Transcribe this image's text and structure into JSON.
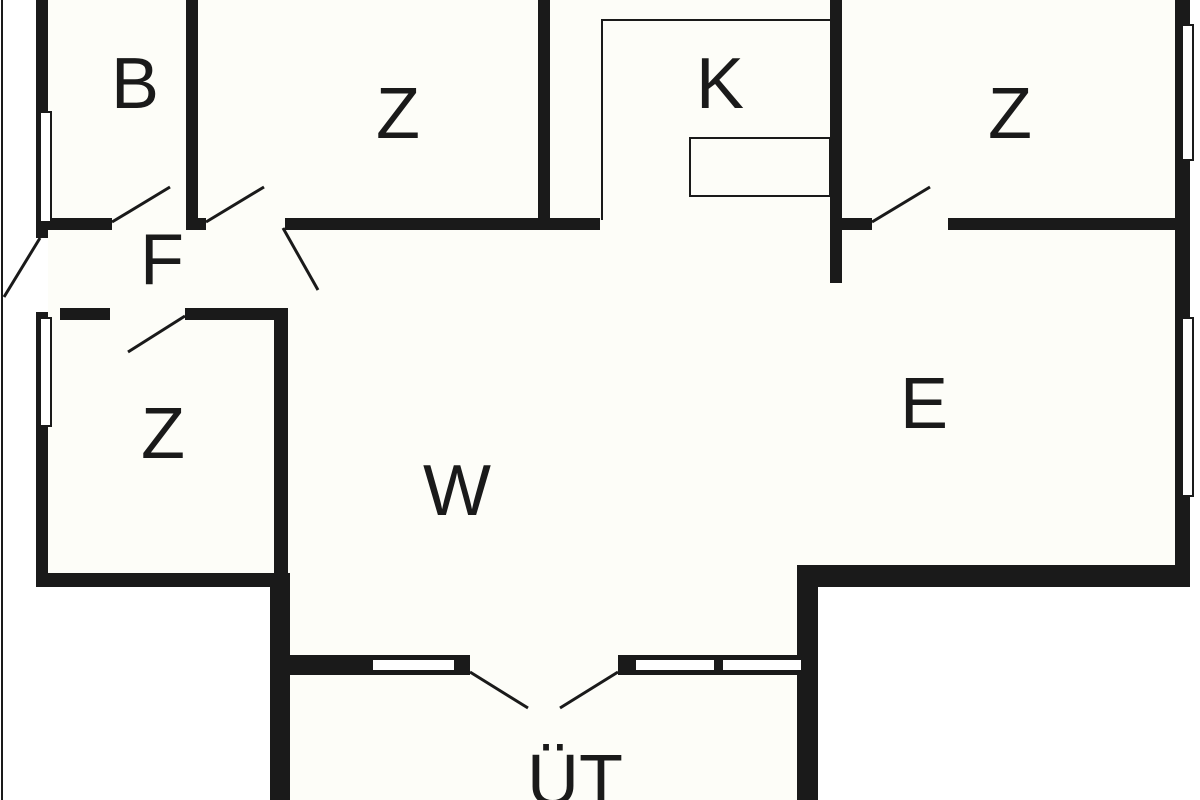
{
  "colors": {
    "wall": "#1a1a1a",
    "floor": "#fdfdf8",
    "window": "#ffffff"
  },
  "rooms": [
    {
      "id": "bath",
      "label": "B"
    },
    {
      "id": "room-top-left",
      "label": "Z"
    },
    {
      "id": "kitchen",
      "label": "K"
    },
    {
      "id": "room-top-right",
      "label": "Z"
    },
    {
      "id": "hallway",
      "label": "F"
    },
    {
      "id": "room-bottom-left",
      "label": "Z"
    },
    {
      "id": "living",
      "label": "W"
    },
    {
      "id": "dining",
      "label": "E"
    },
    {
      "id": "terrace",
      "label": "ÜT"
    }
  ]
}
